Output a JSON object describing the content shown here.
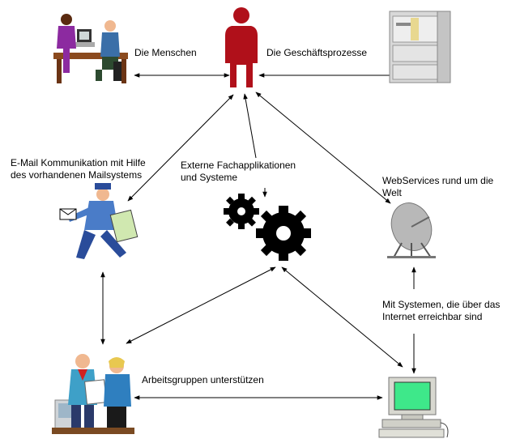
{
  "labels": {
    "people": "Die Menschen",
    "processes": "Die Geschäftsprozesse",
    "email": "E-Mail Kommunikation mit Hilfe\ndes vorhandenen Mailsystems",
    "external": "Externe Fachapplikationen\nund Systeme",
    "webservices": "WebServices rund um die\nWelt",
    "internet": "Mit Systemen, die über das\nInternet erreichbar sind",
    "workgroups": "Arbeitsgruppen unterstützen"
  },
  "icons": {
    "center": "person-silhouette-icon",
    "people": "office-workers-icon",
    "processes": "filing-cabinet-icon",
    "email": "mail-carrier-icon",
    "external": "gears-icon",
    "webservices": "satellite-dish-icon",
    "workgroups": "team-meeting-icon",
    "computer": "desktop-computer-icon"
  },
  "colors": {
    "person": "#b0101a",
    "computer_screen": "#3ee88a",
    "gear": "#000000",
    "line": "#000000"
  }
}
